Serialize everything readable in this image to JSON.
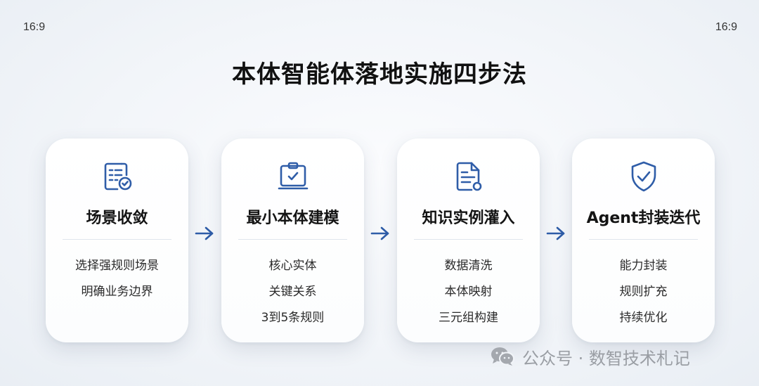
{
  "corner_labels": {
    "left": "16:9",
    "right": "16:9"
  },
  "title": "本体智能体落地实施四步法",
  "colors": {
    "accent": "#2f5da8",
    "card_bg": "#ffffff",
    "divider": "#dfe5ec"
  },
  "steps": [
    {
      "icon": "checklist-document-icon",
      "title": "场景收敛",
      "items": [
        "选择强规则场景",
        "明确业务边界"
      ]
    },
    {
      "icon": "clipboard-monitor-icon",
      "title": "最小本体建模",
      "items": [
        "核心实体",
        "关键关系",
        "3到5条规则"
      ]
    },
    {
      "icon": "document-icon",
      "title": "知识实例灌入",
      "items": [
        "数据清洗",
        "本体映射",
        "三元组构建"
      ]
    },
    {
      "icon": "shield-check-icon",
      "title": "Agent封装迭代",
      "items": [
        "能力封装",
        "规则扩充",
        "持续优化"
      ]
    }
  ],
  "watermark": {
    "text": "公众号 · 数智技术札记",
    "icon": "wechat-icon"
  }
}
